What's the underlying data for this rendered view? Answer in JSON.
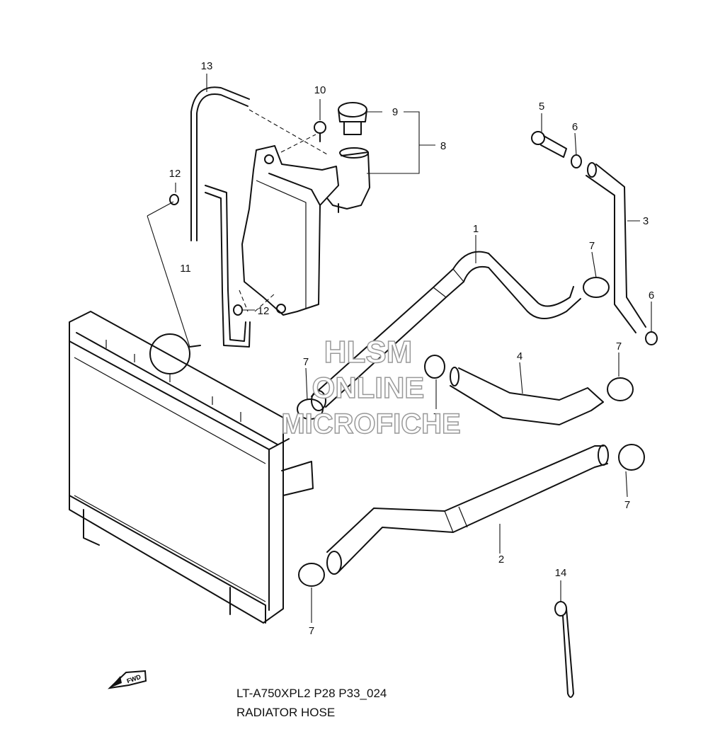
{
  "diagram": {
    "callouts": [
      "1",
      "2",
      "3",
      "4",
      "5",
      "6",
      "6",
      "7",
      "7",
      "7",
      "7",
      "7",
      "7",
      "8",
      "9",
      "10",
      "11",
      "12",
      "12",
      "13",
      "14"
    ],
    "watermark": {
      "line1": "HLSM",
      "line2": "ONLINE",
      "line3": "MICROFICHE"
    },
    "fwd_label": "FWD",
    "footer": {
      "code": "LT-A750XPL2 P28 P33_024",
      "title": "RADIATOR HOSE"
    }
  }
}
